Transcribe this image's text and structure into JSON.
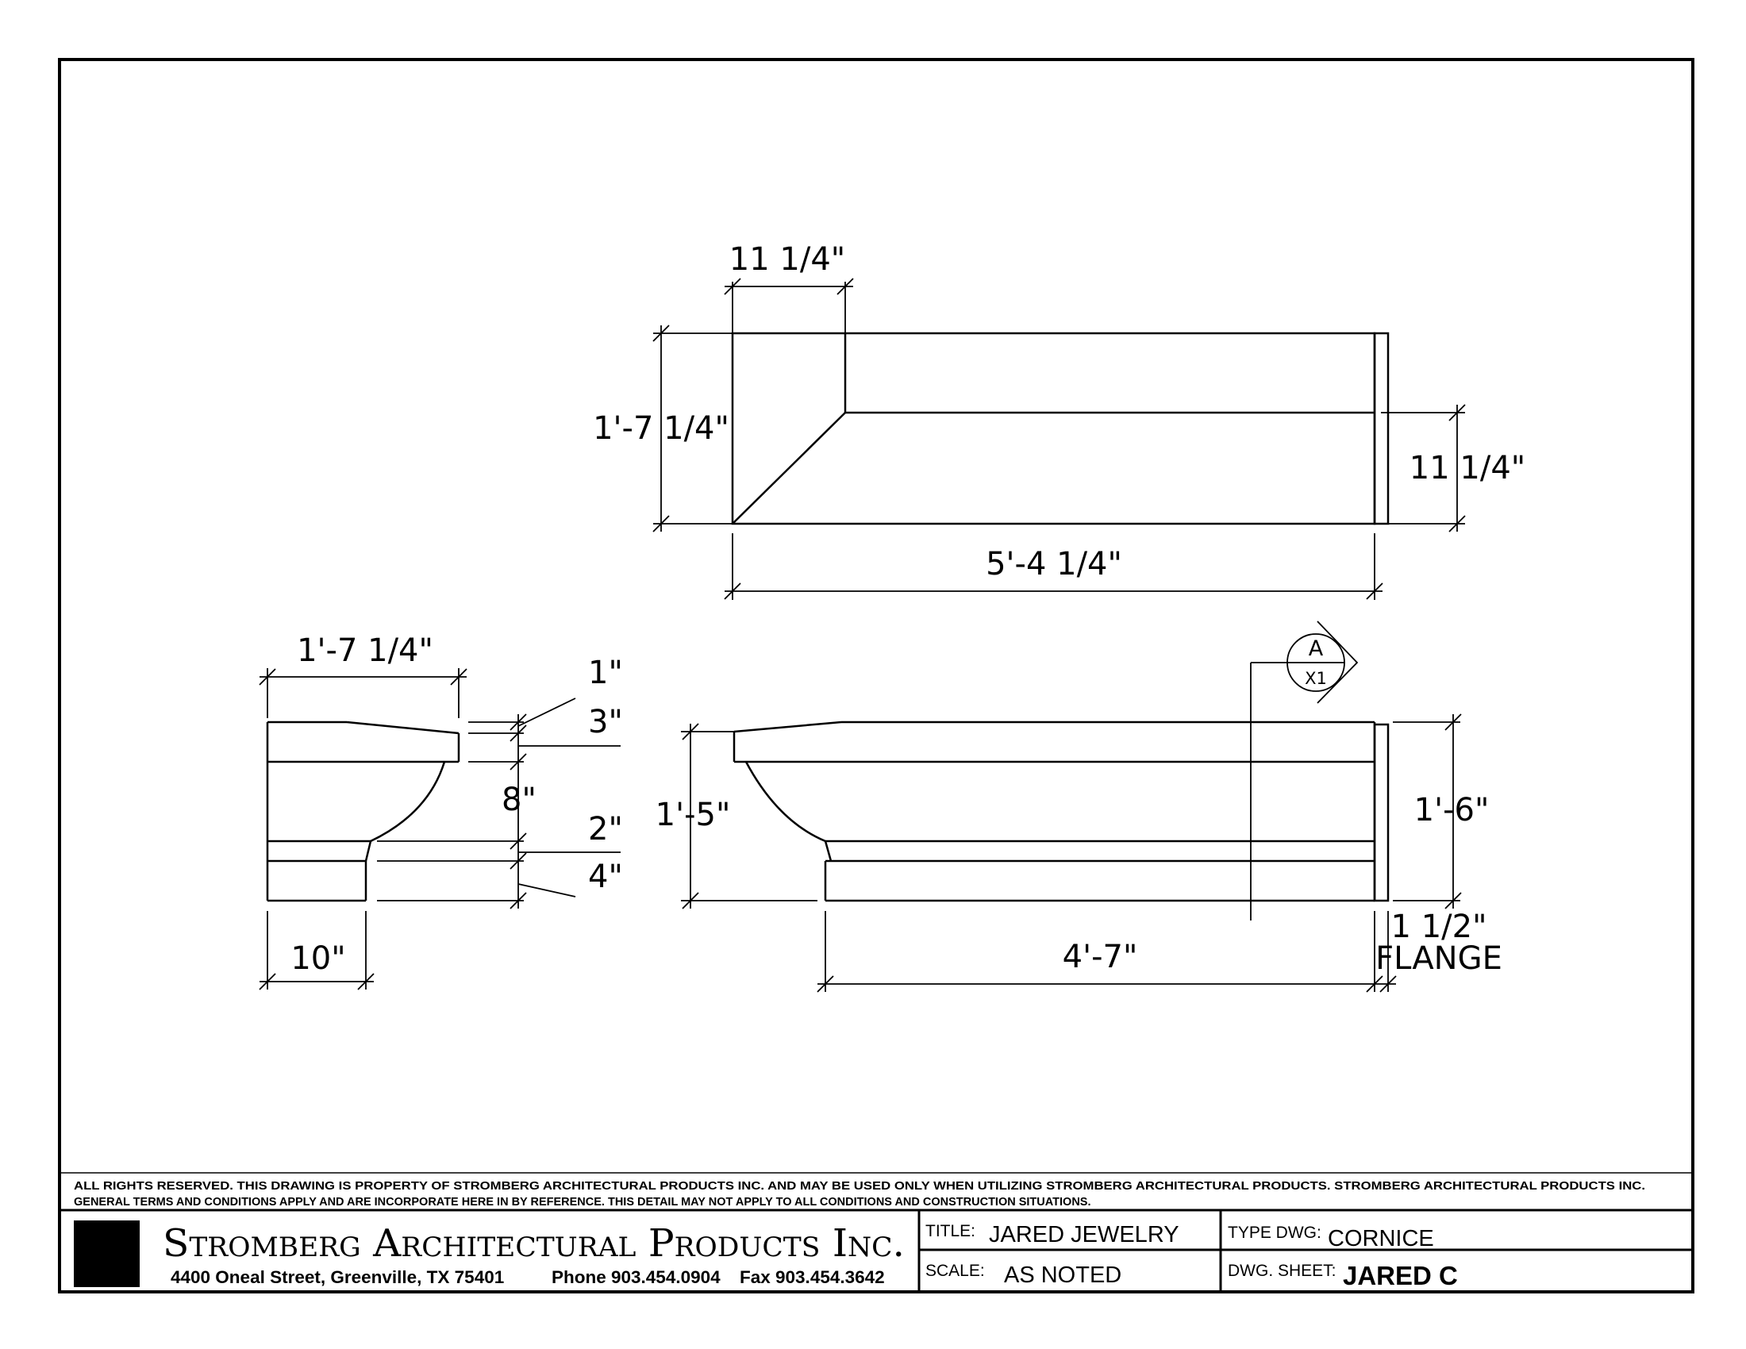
{
  "drawing": {
    "top_view": {
      "dim_top_width": "11 1/4\"",
      "dim_left_height": "1'-7 1/4\"",
      "dim_right_height": "11 1/4\"",
      "dim_length": "5'-4 1/4\""
    },
    "side_profile": {
      "dim_depth": "1'-7 1/4\"",
      "dim_1": "1\"",
      "dim_3": "3\"",
      "dim_8": "8\"",
      "dim_2": "2\"",
      "dim_4": "4\"",
      "dim_base": "10\""
    },
    "front_elevation": {
      "dim_left_height": "1'-5\"",
      "dim_right_height": "1'-6\"",
      "dim_length": "4'-7\"",
      "dim_flange": "1 1/2\"",
      "flange_label": "FLANGE",
      "section_tag_letter": "A",
      "section_tag_sheet": "X1"
    }
  },
  "title_block": {
    "disclaimer_line1": "ALL RIGHTS RESERVED. THIS DRAWING IS PROPERTY OF STROMBERG ARCHITECTURAL PRODUCTS INC. AND MAY BE USED ONLY WHEN UTILIZING STROMBERG ARCHITECTURAL PRODUCTS.  STROMBERG ARCHITECTURAL PRODUCTS INC.",
    "disclaimer_line2": "GENERAL TERMS AND CONDITIONS APPLY AND ARE INCORPORATE HERE IN BY REFERENCE.  THIS DETAIL MAY NOT APPLY TO ALL CONDITIONS AND CONSTRUCTION SITUATIONS.",
    "company_name": "Stromberg Architectural Products Inc.",
    "address": "4400 Oneal Street, Greenville, TX  75401",
    "phone": "Phone 903.454.0904",
    "fax": "Fax 903.454.3642",
    "title_label": "TITLE:",
    "title_value": "JARED JEWELRY",
    "scale_label": "SCALE:",
    "scale_value": "AS NOTED",
    "type_label": "TYPE DWG:",
    "type_value": "CORNICE",
    "sheet_label": "DWG. SHEET:",
    "sheet_value": "JARED C"
  }
}
